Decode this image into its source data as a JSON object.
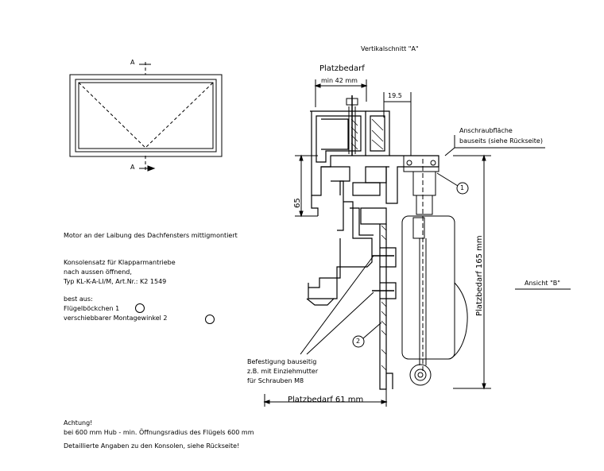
{
  "drawing": {
    "title": "Vertikalschnitt \"A\"",
    "section_marker_top": "A",
    "section_marker_bottom": "A",
    "platzbedarf_top": "Platzbedarf",
    "platzbedarf_top_min": "min 42 mm",
    "dim_19_5": "19.5",
    "dim_65": "65",
    "anschraubflaeche_1": "Anschraubfläche",
    "anschraubflaeche_2": "bauseits (siehe Rückseite)",
    "callout_1": "1",
    "callout_2": "2",
    "platzbedarf_right": "Platzbedarf 165 mm",
    "ansicht_b": "Ansicht \"B\"",
    "platzbedarf_bottom": "Platzbedarf 61 mm",
    "befestigung_1": "Befestigung bauseitig",
    "befestigung_2": "z.B. mit Einziehmutter",
    "befestigung_3": "für Schrauben M8"
  },
  "notes": {
    "motor": "Motor an der Laibung des Dachfensters mittigmontiert",
    "konsolen_1": "Konsolensatz für Klapparmantriebe",
    "konsolen_2": "nach aussen öffnend,",
    "konsolen_3": "Typ KL-K-A-LI/M, Art.Nr.: K2 1549",
    "best_1": "best aus:",
    "best_2": "Flügelböckchen 1",
    "best_3": "verschiebbarer Montagewinkel 2",
    "achtung_1": "Achtung!",
    "achtung_2": "bei 600 mm Hub - min. Öffnungsradius des Flügels 600 mm",
    "achtung_3": "Detaillierte Angaben zu den Konsolen, siehe Rückseite!"
  }
}
